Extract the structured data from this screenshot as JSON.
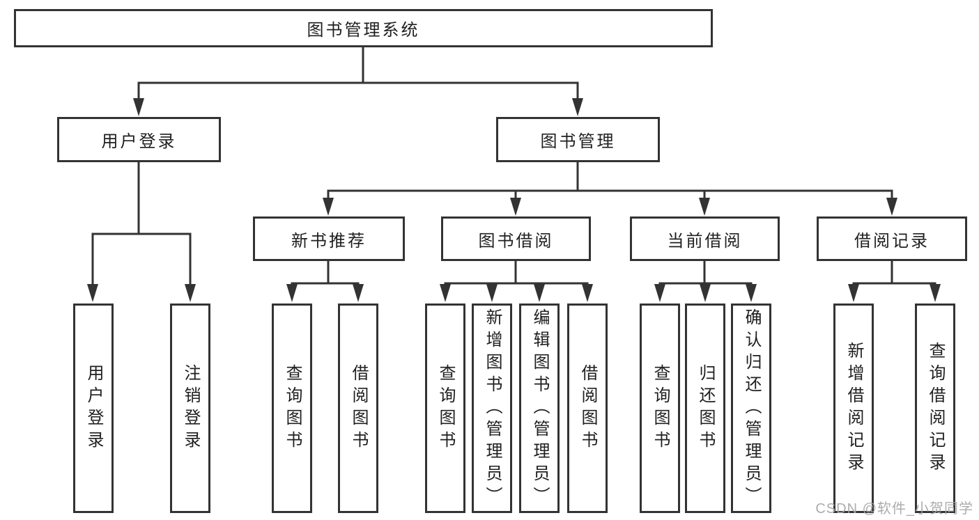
{
  "diagram": {
    "root": "图书管理系统",
    "level2": {
      "user_login": "用户登录",
      "book_mgmt": "图书管理"
    },
    "level3": {
      "new_books": "新书推荐",
      "borrowing": "图书借阅",
      "current": "当前借阅",
      "records": "借阅记录"
    },
    "leaves": {
      "login": {
        "user_login": "用户登录",
        "logout": "注销登录"
      },
      "new_books": {
        "query": "查询图书",
        "borrow": "借阅图书"
      },
      "borrowing": {
        "query": "查询图书",
        "add": "新增图书（管理员）",
        "edit": "编辑图书（管理员）",
        "borrow": "借阅图书"
      },
      "current": {
        "query": "查询图书",
        "return": "归还图书",
        "confirm": "确认归还（管理员）"
      },
      "records": {
        "add": "新增借阅记录",
        "query": "查询借阅记录"
      }
    }
  },
  "watermark": "CSDN @软件_小贺同学",
  "colors": {
    "line": "#333333",
    "box_border": "#333333",
    "box_fill": "#ffffff",
    "text": "#1f1f1f",
    "watermark": "#a6a6a6",
    "background": "#ffffff"
  }
}
